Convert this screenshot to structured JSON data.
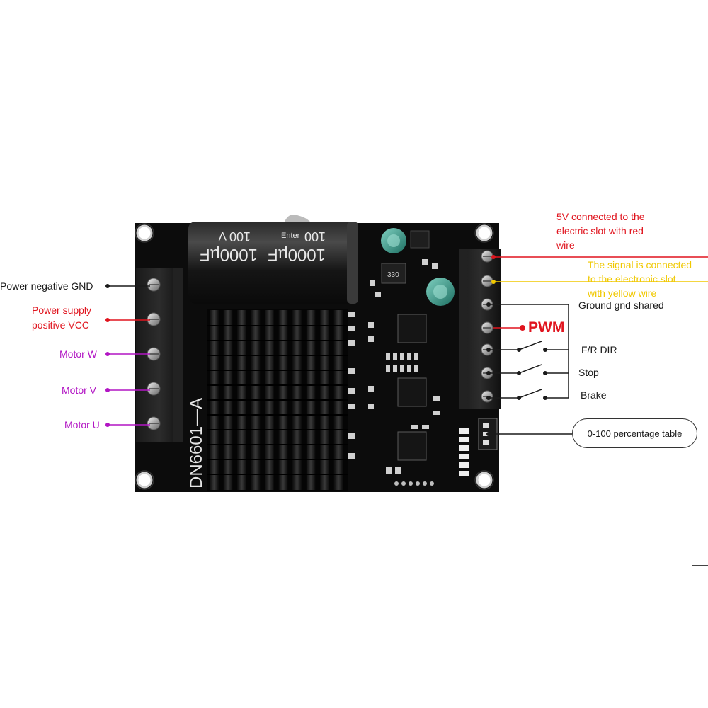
{
  "board": {
    "model": "DN6601—A",
    "capacitor": {
      "voltage_a": "100",
      "unit_a": "V",
      "capacity_a": "1000µF",
      "voltage_b": "100",
      "capacity_b": "1000µF",
      "brand": "Enter"
    },
    "inductor_code": "330"
  },
  "left_labels": {
    "gnd": "Power negative GND",
    "vcc_line1": "Power supply",
    "vcc_line2": "positive VCC",
    "motor_w": "Motor W",
    "motor_v": "Motor V",
    "motor_u": "Motor U"
  },
  "right_labels": {
    "five_v": [
      "5V connected to the",
      "electric slot with red",
      "wire"
    ],
    "signal": [
      "The signal is connected",
      "to the electronic slot",
      "with yellow wire"
    ],
    "ground": "Ground gnd shared",
    "pwm": "PWM",
    "fr_dir": "F/R DIR",
    "stop": "Stop",
    "brake": "Brake",
    "percentage_table": "0-100 percentage table"
  },
  "colors": {
    "red_wire": "#e0141e",
    "yellow_wire": "#f0c800",
    "motor_wire": "#b215c4",
    "black_wire": "#1a1a1a",
    "pcb": "#0c0c0c"
  }
}
